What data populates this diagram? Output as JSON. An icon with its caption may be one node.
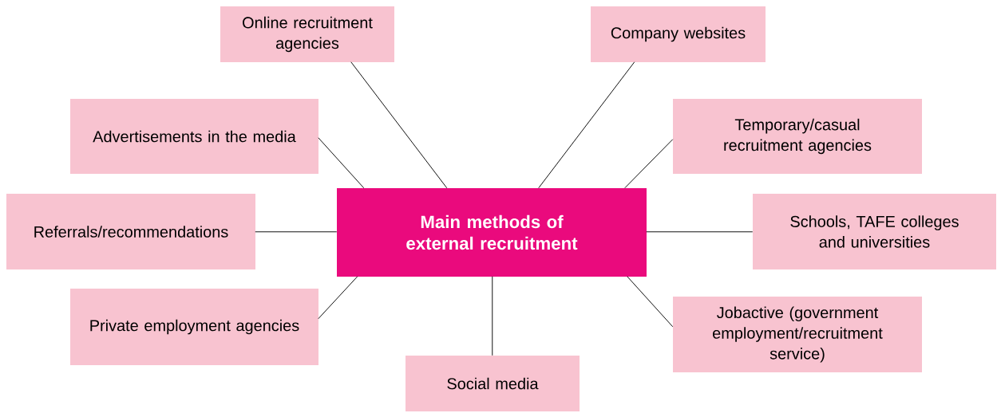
{
  "diagram": {
    "nodes": [
      {
        "text": [
          "Main methods of external recruitment"
        ]
      },
      {
        "text": [
          "Online recruitment agencies"
        ]
      },
      {
        "text": [
          "Company websites"
        ]
      },
      {
        "text": [
          "Advertisements in the media"
        ]
      },
      {
        "text": [
          "Temporary/casual recruitment agencies"
        ]
      },
      {
        "text": [
          "Referrals/recommendations"
        ]
      },
      {
        "text": [
          "Schools, TAFE colleges and universities"
        ]
      },
      {
        "text": [
          "Private employment agencies"
        ]
      },
      {
        "text": [
          "Jobactive (government employment/recruitment service)"
        ]
      },
      {
        "text": [
          "Social media"
        ]
      }
    ],
    "edges": [
      {
        "from": 0,
        "to": 1,
        "arrow": "none"
      },
      {
        "from": 0,
        "to": 2,
        "arrow": "none"
      },
      {
        "from": 0,
        "to": 3,
        "arrow": "none"
      },
      {
        "from": 0,
        "to": 4,
        "arrow": "none"
      },
      {
        "from": 0,
        "to": 5,
        "arrow": "none"
      },
      {
        "from": 0,
        "to": 6,
        "arrow": "none"
      },
      {
        "from": 0,
        "to": 7,
        "arrow": "none"
      },
      {
        "from": 0,
        "to": 8,
        "arrow": "none"
      },
      {
        "from": 0,
        "to": 9,
        "arrow": "none"
      }
    ]
  }
}
